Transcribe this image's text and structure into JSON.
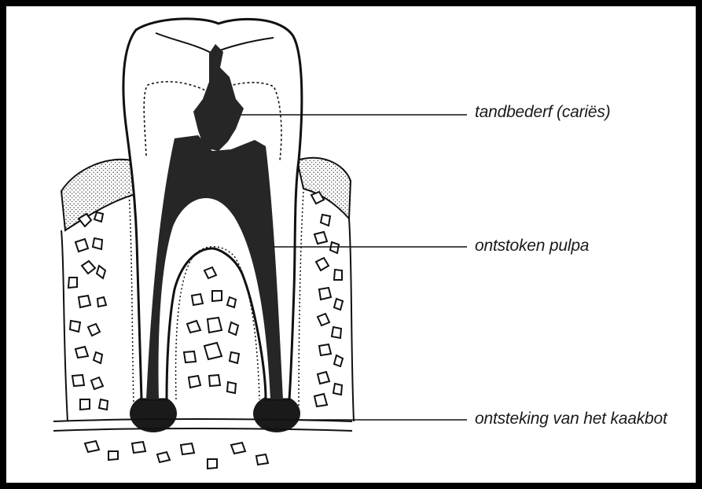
{
  "labels": {
    "caries": "tandbederf (cariës)",
    "pulpa": "ontstoken pulpa",
    "kaakbot": "ontsteking van het kaakbot"
  },
  "colors": {
    "border": "#000000",
    "background": "#ffffff",
    "ink": "#1a1a1a",
    "pulp": "#262626",
    "gum_stipple": "#d9d9d9"
  }
}
